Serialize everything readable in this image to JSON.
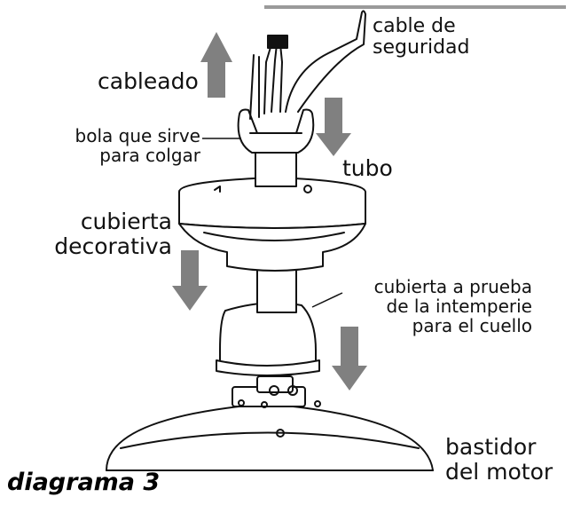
{
  "labels": {
    "safety_cable": [
      "cable de",
      "seguridad"
    ],
    "wiring": "cableado",
    "hanger_ball": [
      "bola que sirve",
      "para colgar"
    ],
    "downrod": "tubo",
    "canopy": [
      "cubierta",
      "decorativa"
    ],
    "collar_cover": [
      "cubierta a prueba",
      "de la intemperie",
      "para el cuello"
    ],
    "motor_housing": [
      "bastidor",
      "del motor"
    ]
  },
  "caption": "diagrama 3",
  "colors": {
    "arrow": "#808080",
    "line": "#111111",
    "fill": "#ffffff"
  }
}
